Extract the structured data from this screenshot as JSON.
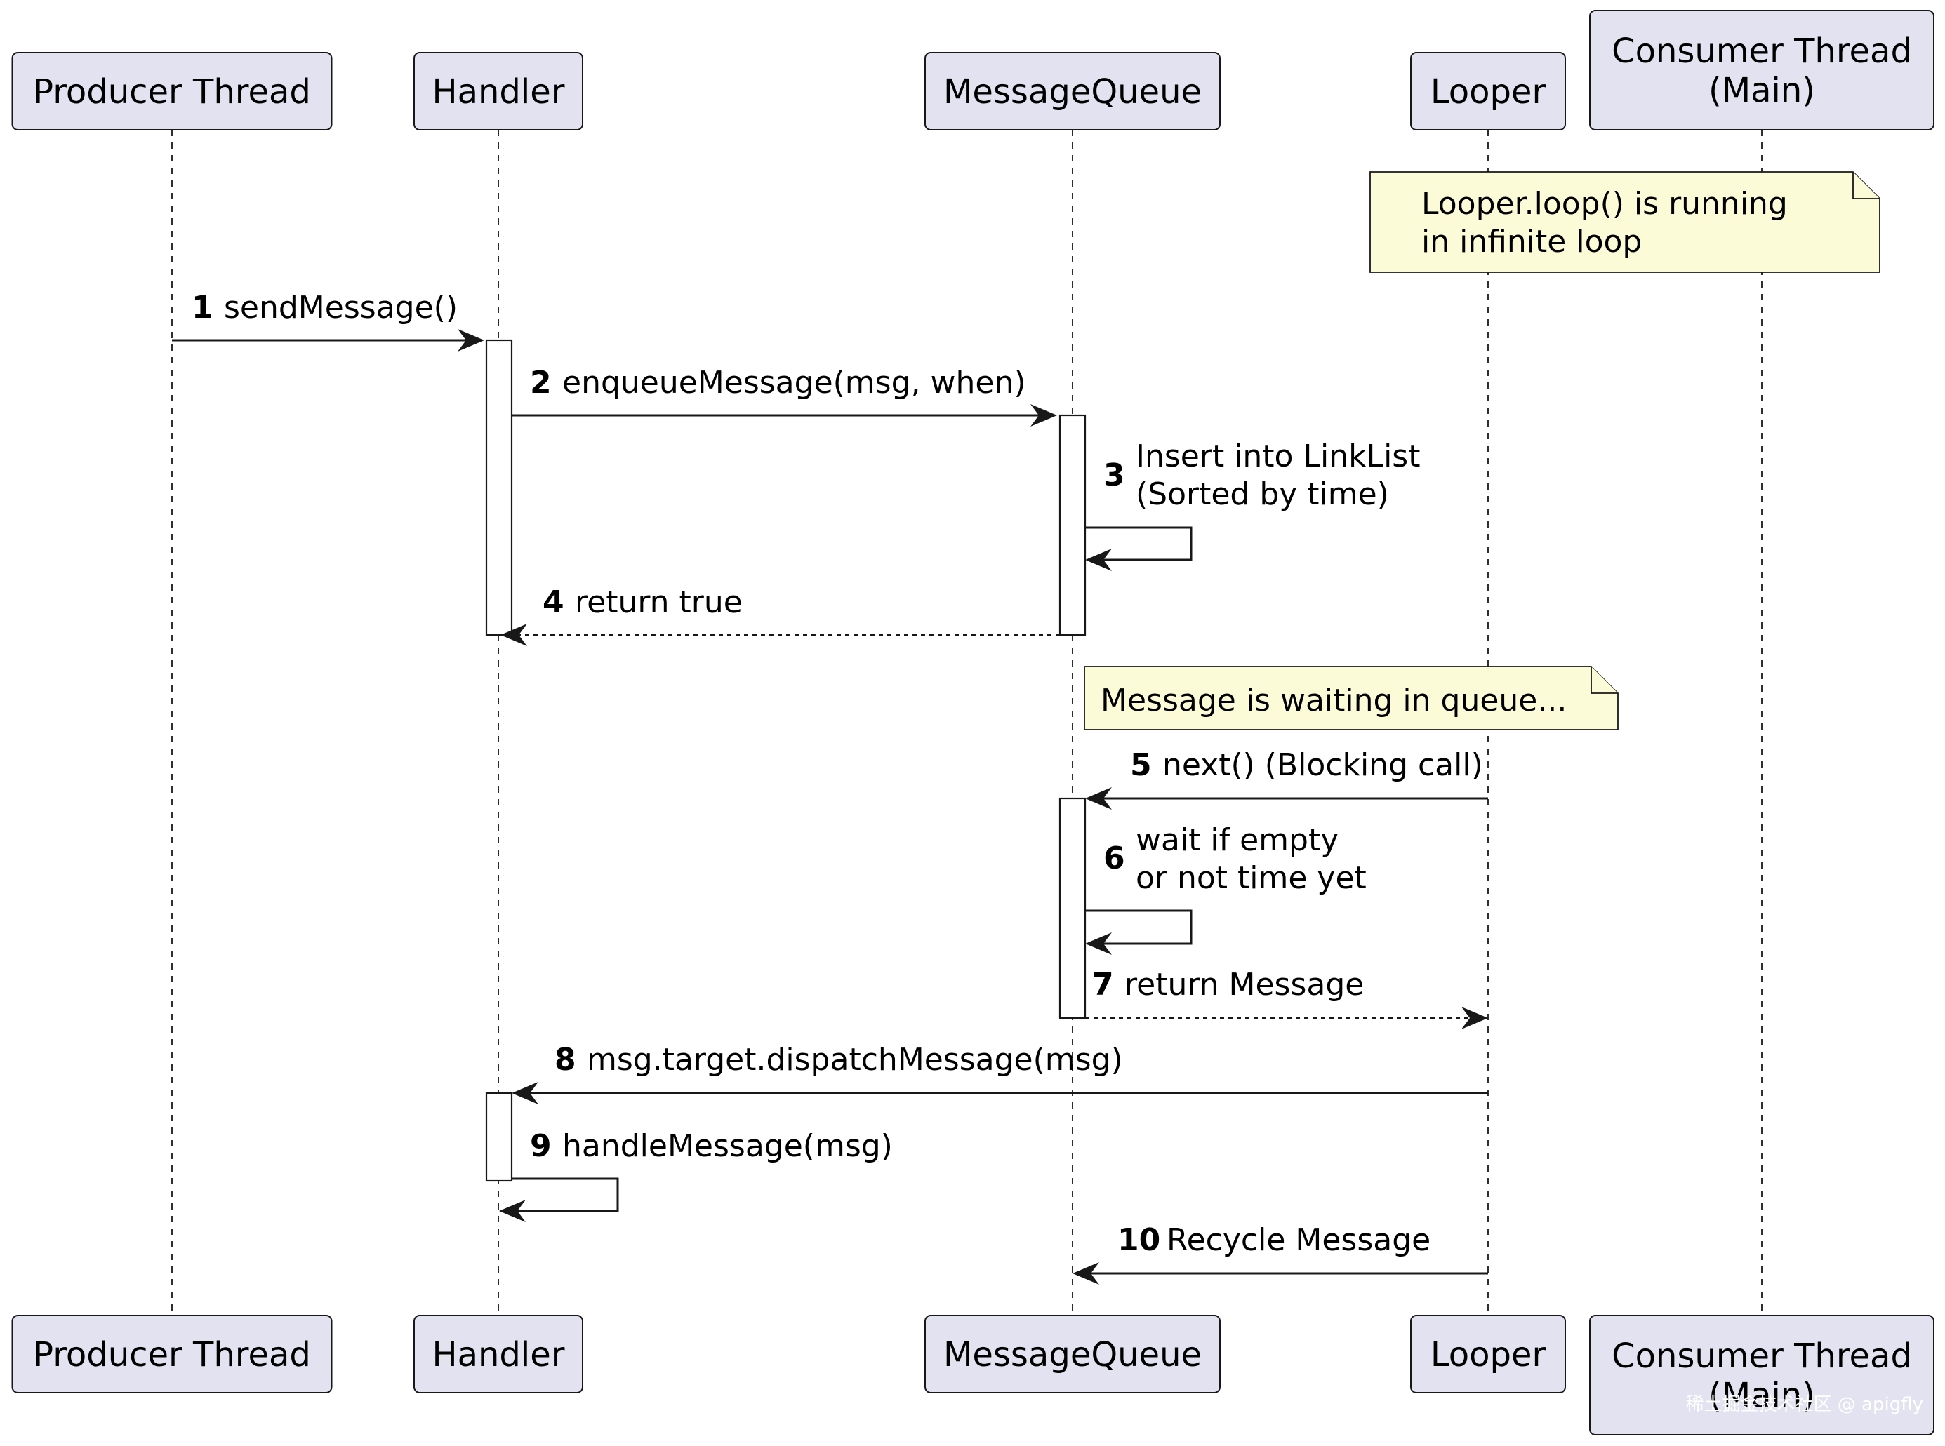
{
  "participants": [
    {
      "id": "producer",
      "label_lines": [
        "Producer Thread"
      ]
    },
    {
      "id": "handler",
      "label_lines": [
        "Handler"
      ]
    },
    {
      "id": "queue",
      "label_lines": [
        "MessageQueue"
      ]
    },
    {
      "id": "looper",
      "label_lines": [
        "Looper"
      ]
    },
    {
      "id": "consumer",
      "label_lines": [
        "Consumer Thread",
        "(Main)"
      ]
    }
  ],
  "notes": [
    {
      "id": "note-looper-running",
      "text_lines": [
        "Looper.loop() is running",
        "in infinite loop"
      ]
    },
    {
      "id": "note-message-waiting",
      "text_lines": [
        "Message is waiting in queue..."
      ]
    }
  ],
  "messages": [
    {
      "num": "1",
      "text_lines": [
        "sendMessage()"
      ],
      "from": "producer",
      "to": "handler",
      "style": "solid"
    },
    {
      "num": "2",
      "text_lines": [
        "enqueueMessage(msg, when)"
      ],
      "from": "handler",
      "to": "queue",
      "style": "solid"
    },
    {
      "num": "3",
      "text_lines": [
        "Insert into LinkList",
        "(Sorted by time)"
      ],
      "from": "queue",
      "to": "queue",
      "style": "self"
    },
    {
      "num": "4",
      "text_lines": [
        "return true"
      ],
      "from": "queue",
      "to": "handler",
      "style": "dashed"
    },
    {
      "num": "5",
      "text_lines": [
        "next() (Blocking call)"
      ],
      "from": "looper",
      "to": "queue",
      "style": "solid"
    },
    {
      "num": "6",
      "text_lines": [
        "wait if empty",
        "or not time yet"
      ],
      "from": "queue",
      "to": "queue",
      "style": "self"
    },
    {
      "num": "7",
      "text_lines": [
        "return Message"
      ],
      "from": "queue",
      "to": "looper",
      "style": "dashed"
    },
    {
      "num": "8",
      "text_lines": [
        "msg.target.dispatchMessage(msg)"
      ],
      "from": "looper",
      "to": "handler",
      "style": "solid"
    },
    {
      "num": "9",
      "text_lines": [
        "handleMessage(msg)"
      ],
      "from": "handler",
      "to": "handler",
      "style": "self"
    },
    {
      "num": "10",
      "text_lines": [
        "Recycle Message"
      ],
      "from": "looper",
      "to": "queue",
      "style": "solid"
    }
  ],
  "watermark": "稀土掘金技术社区 @ apigfly"
}
